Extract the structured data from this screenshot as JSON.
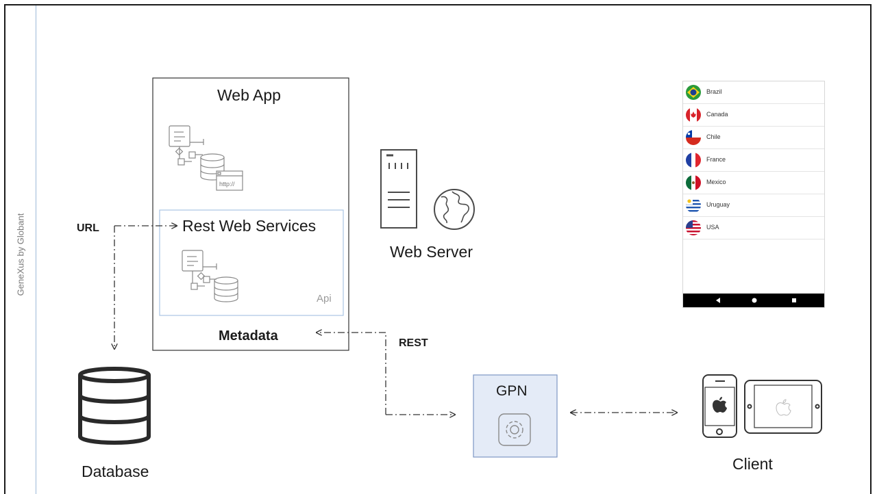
{
  "sidebar": {
    "label": "GeneXus by Globant"
  },
  "web_app": {
    "title": "Web App",
    "url_tag": "http://",
    "metadata": "Metadata"
  },
  "rest_ws": {
    "title": "Rest Web Services",
    "api": "Api"
  },
  "labels": {
    "url": "URL",
    "rest": "REST"
  },
  "web_server": {
    "label": "Web Server"
  },
  "database": {
    "label": "Database"
  },
  "gpn": {
    "label": "GPN"
  },
  "client": {
    "label": "Client"
  },
  "countries": [
    {
      "name": "Brazil",
      "flag": "brazil-flag-icon"
    },
    {
      "name": "Canada",
      "flag": "canada-flag-icon"
    },
    {
      "name": "Chile",
      "flag": "chile-flag-icon"
    },
    {
      "name": "France",
      "flag": "france-flag-icon"
    },
    {
      "name": "Mexico",
      "flag": "mexico-flag-icon"
    },
    {
      "name": "Uruguay",
      "flag": "uruguay-flag-icon"
    },
    {
      "name": "USA",
      "flag": "usa-flag-icon"
    }
  ],
  "colors": {
    "rest_box_border": "#a9c4e4",
    "gpn_fill": "#e4ebf7",
    "gpn_border": "#7d96c4",
    "rule": "#9db8d8"
  }
}
